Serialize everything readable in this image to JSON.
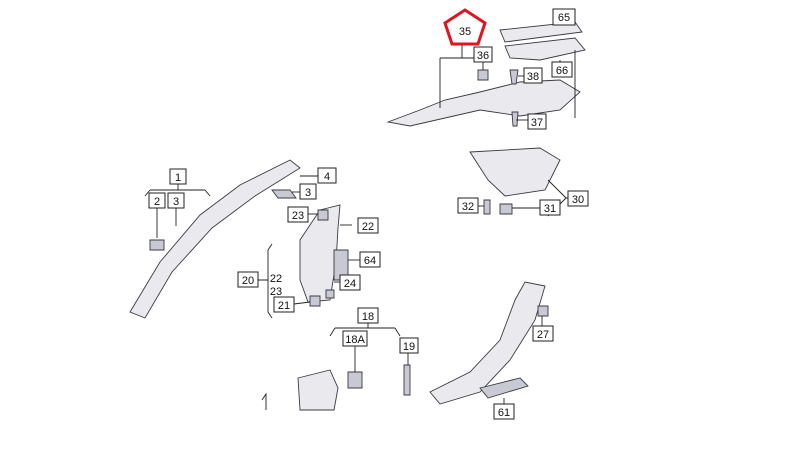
{
  "colors": {
    "highlight": "#e0141e",
    "line": "#222222",
    "part_fill": "#e9e9ee"
  },
  "labels": {
    "p65": "65",
    "p35": "35",
    "p36": "36",
    "p38": "38",
    "p66": "66",
    "p37": "37",
    "p4": "4",
    "p1": "1",
    "p2": "2",
    "p3a": "3",
    "p3b": "3",
    "p23": "23",
    "p22a": "22",
    "p64": "64",
    "p20": "20",
    "p22b": "22",
    "p23b": "23",
    "p21": "21",
    "p24": "24",
    "p30": "30",
    "p32": "32",
    "p31": "31",
    "p18": "18",
    "p18a": "18A",
    "p19": "19",
    "p27": "27",
    "p61": "61"
  }
}
